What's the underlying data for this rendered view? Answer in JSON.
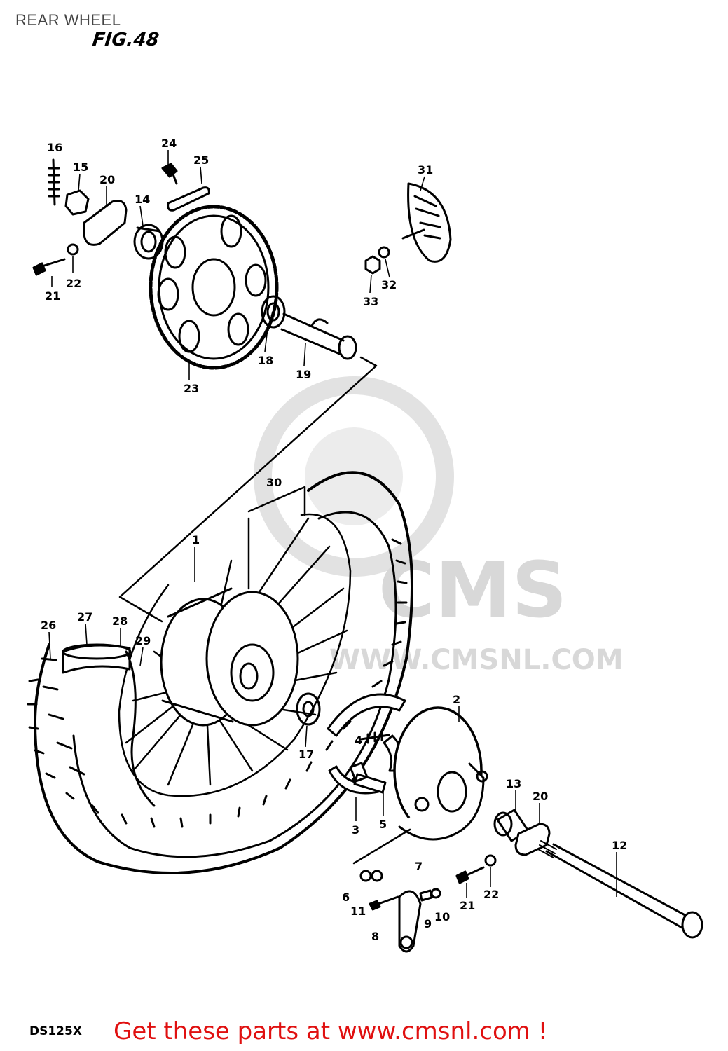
{
  "header": {
    "title": "REAR WHEEL",
    "figure": "FIG.48"
  },
  "footer": {
    "model": "DS125X",
    "promo": "Get these parts at www.cmsnl.com !"
  },
  "watermark": {
    "brand": "CMS",
    "site": "WWW.CMSNL.COM"
  },
  "colors": {
    "ink": "#000000",
    "promo": "#e01010",
    "watermark": "#d8d8d8",
    "header": "#444444"
  },
  "callouts": {
    "c1": "1",
    "c2": "2",
    "c3": "3",
    "c4": "4",
    "c5": "5",
    "c6": "6",
    "c7": "7",
    "c8": "8",
    "c9": "9",
    "c10": "10",
    "c11": "11",
    "c12": "12",
    "c13": "13",
    "c14": "14",
    "c15": "15",
    "c16": "16",
    "c17": "17",
    "c18": "18",
    "c19": "19",
    "c20a": "20",
    "c20b": "20",
    "c21a": "21",
    "c21b": "21",
    "c22a": "22",
    "c22b": "22",
    "c23": "23",
    "c24": "24",
    "c25": "25",
    "c26": "26",
    "c27": "27",
    "c28": "28",
    "c29": "29",
    "c30": "30",
    "c31": "31",
    "c32": "32",
    "c33": "33"
  }
}
